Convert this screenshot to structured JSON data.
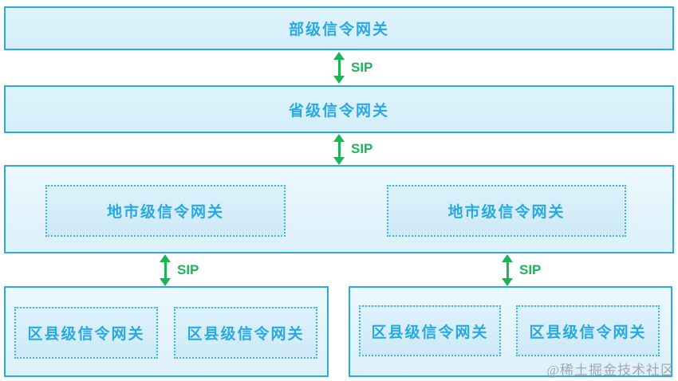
{
  "diagram": {
    "ministry": {
      "label": "部级信令网关"
    },
    "province": {
      "label": "省级信令网关"
    },
    "city": {
      "boxes": [
        {
          "label": "地市级信令网关"
        },
        {
          "label": "地市级信令网关"
        }
      ]
    },
    "county_left": {
      "boxes": [
        {
          "label": "区县级信令网关"
        },
        {
          "label": "区县级信令网关"
        }
      ]
    },
    "county_right": {
      "boxes": [
        {
          "label": "区县级信令网关"
        },
        {
          "label": "区县级信令网关"
        }
      ]
    },
    "links": [
      {
        "label": "SIP"
      },
      {
        "label": "SIP"
      },
      {
        "label": "SIP"
      },
      {
        "label": "SIP"
      }
    ],
    "watermark": "@稀土掘金技术社区",
    "colors": {
      "accent_blue": "#29ABE2",
      "text_blue": "#29A9E1",
      "box_fill": "#D8F1FB",
      "container_fill": "#EAF7FD",
      "arrow_green": "#1CB556",
      "watermark_gray": "#9C9C9C"
    }
  }
}
